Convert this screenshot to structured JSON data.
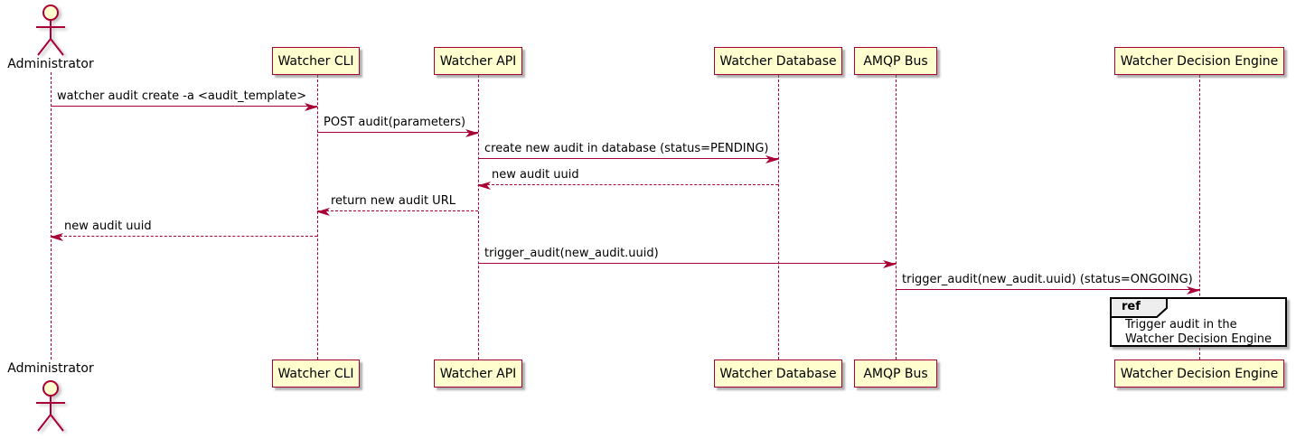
{
  "diagram": {
    "type": "sequence-diagram",
    "colors": {
      "background": "#FFFFFF",
      "participant_fill": "#FEFECE",
      "line_and_border": "#A80036",
      "text": "#000000",
      "ref_border": "#000000",
      "ref_header_fill": "#EEEEEE"
    },
    "actor": {
      "name": "Administrator"
    },
    "participants": [
      {
        "label": "Watcher CLI"
      },
      {
        "label": "Watcher API"
      },
      {
        "label": "Watcher Database"
      },
      {
        "label": "AMQP Bus"
      },
      {
        "label": "Watcher Decision Engine"
      }
    ],
    "messages": [
      {
        "from": "Administrator",
        "to": "Watcher CLI",
        "line": "solid",
        "text": "watcher audit create -a <audit_template>"
      },
      {
        "from": "Watcher CLI",
        "to": "Watcher API",
        "line": "solid",
        "text": "POST audit(parameters)"
      },
      {
        "from": "Watcher API",
        "to": "Watcher Database",
        "line": "solid",
        "text": "create new audit in database (status=PENDING)"
      },
      {
        "from": "Watcher Database",
        "to": "Watcher API",
        "line": "dashed",
        "text": "new audit uuid"
      },
      {
        "from": "Watcher API",
        "to": "Watcher CLI",
        "line": "dashed",
        "text": "return new audit URL"
      },
      {
        "from": "Watcher CLI",
        "to": "Administrator",
        "line": "dashed",
        "text": "new audit uuid"
      },
      {
        "from": "Watcher API",
        "to": "AMQP Bus",
        "line": "solid",
        "text": "trigger_audit(new_audit.uuid)"
      },
      {
        "from": "AMQP Bus",
        "to": "Watcher Decision Engine",
        "line": "solid",
        "text": "trigger_audit(new_audit.uuid) (status=ONGOING)"
      }
    ],
    "ref": {
      "keyword": "ref",
      "line1": "Trigger audit in the",
      "line2": "Watcher Decision Engine"
    }
  }
}
